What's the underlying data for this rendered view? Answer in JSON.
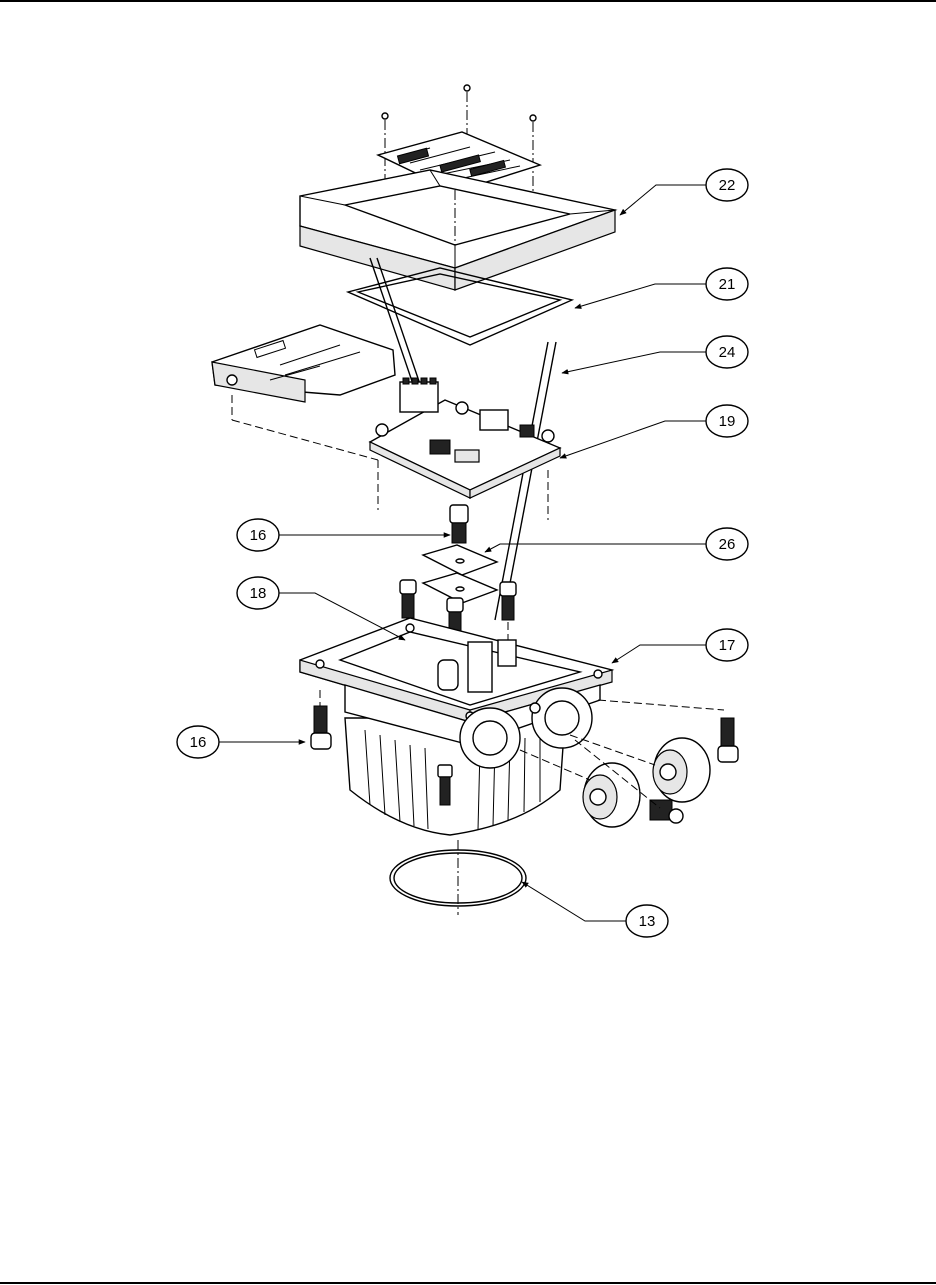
{
  "figure": {
    "callouts": [
      {
        "id": "callout-22",
        "label": "22",
        "part": "cover"
      },
      {
        "id": "callout-21",
        "label": "21",
        "part": "gasket"
      },
      {
        "id": "callout-24",
        "label": "24",
        "part": "wire-leads"
      },
      {
        "id": "callout-19",
        "label": "19",
        "part": "circuit-board"
      },
      {
        "id": "callout-16-top",
        "label": "16",
        "part": "cap-screw"
      },
      {
        "id": "callout-26",
        "label": "26",
        "part": "insulator-pads"
      },
      {
        "id": "callout-18",
        "label": "18",
        "part": "standoff-screws"
      },
      {
        "id": "callout-17",
        "label": "17",
        "part": "housing"
      },
      {
        "id": "callout-16-left",
        "label": "16",
        "part": "cap-screw"
      },
      {
        "id": "callout-13",
        "label": "13",
        "part": "o-ring"
      }
    ]
  }
}
